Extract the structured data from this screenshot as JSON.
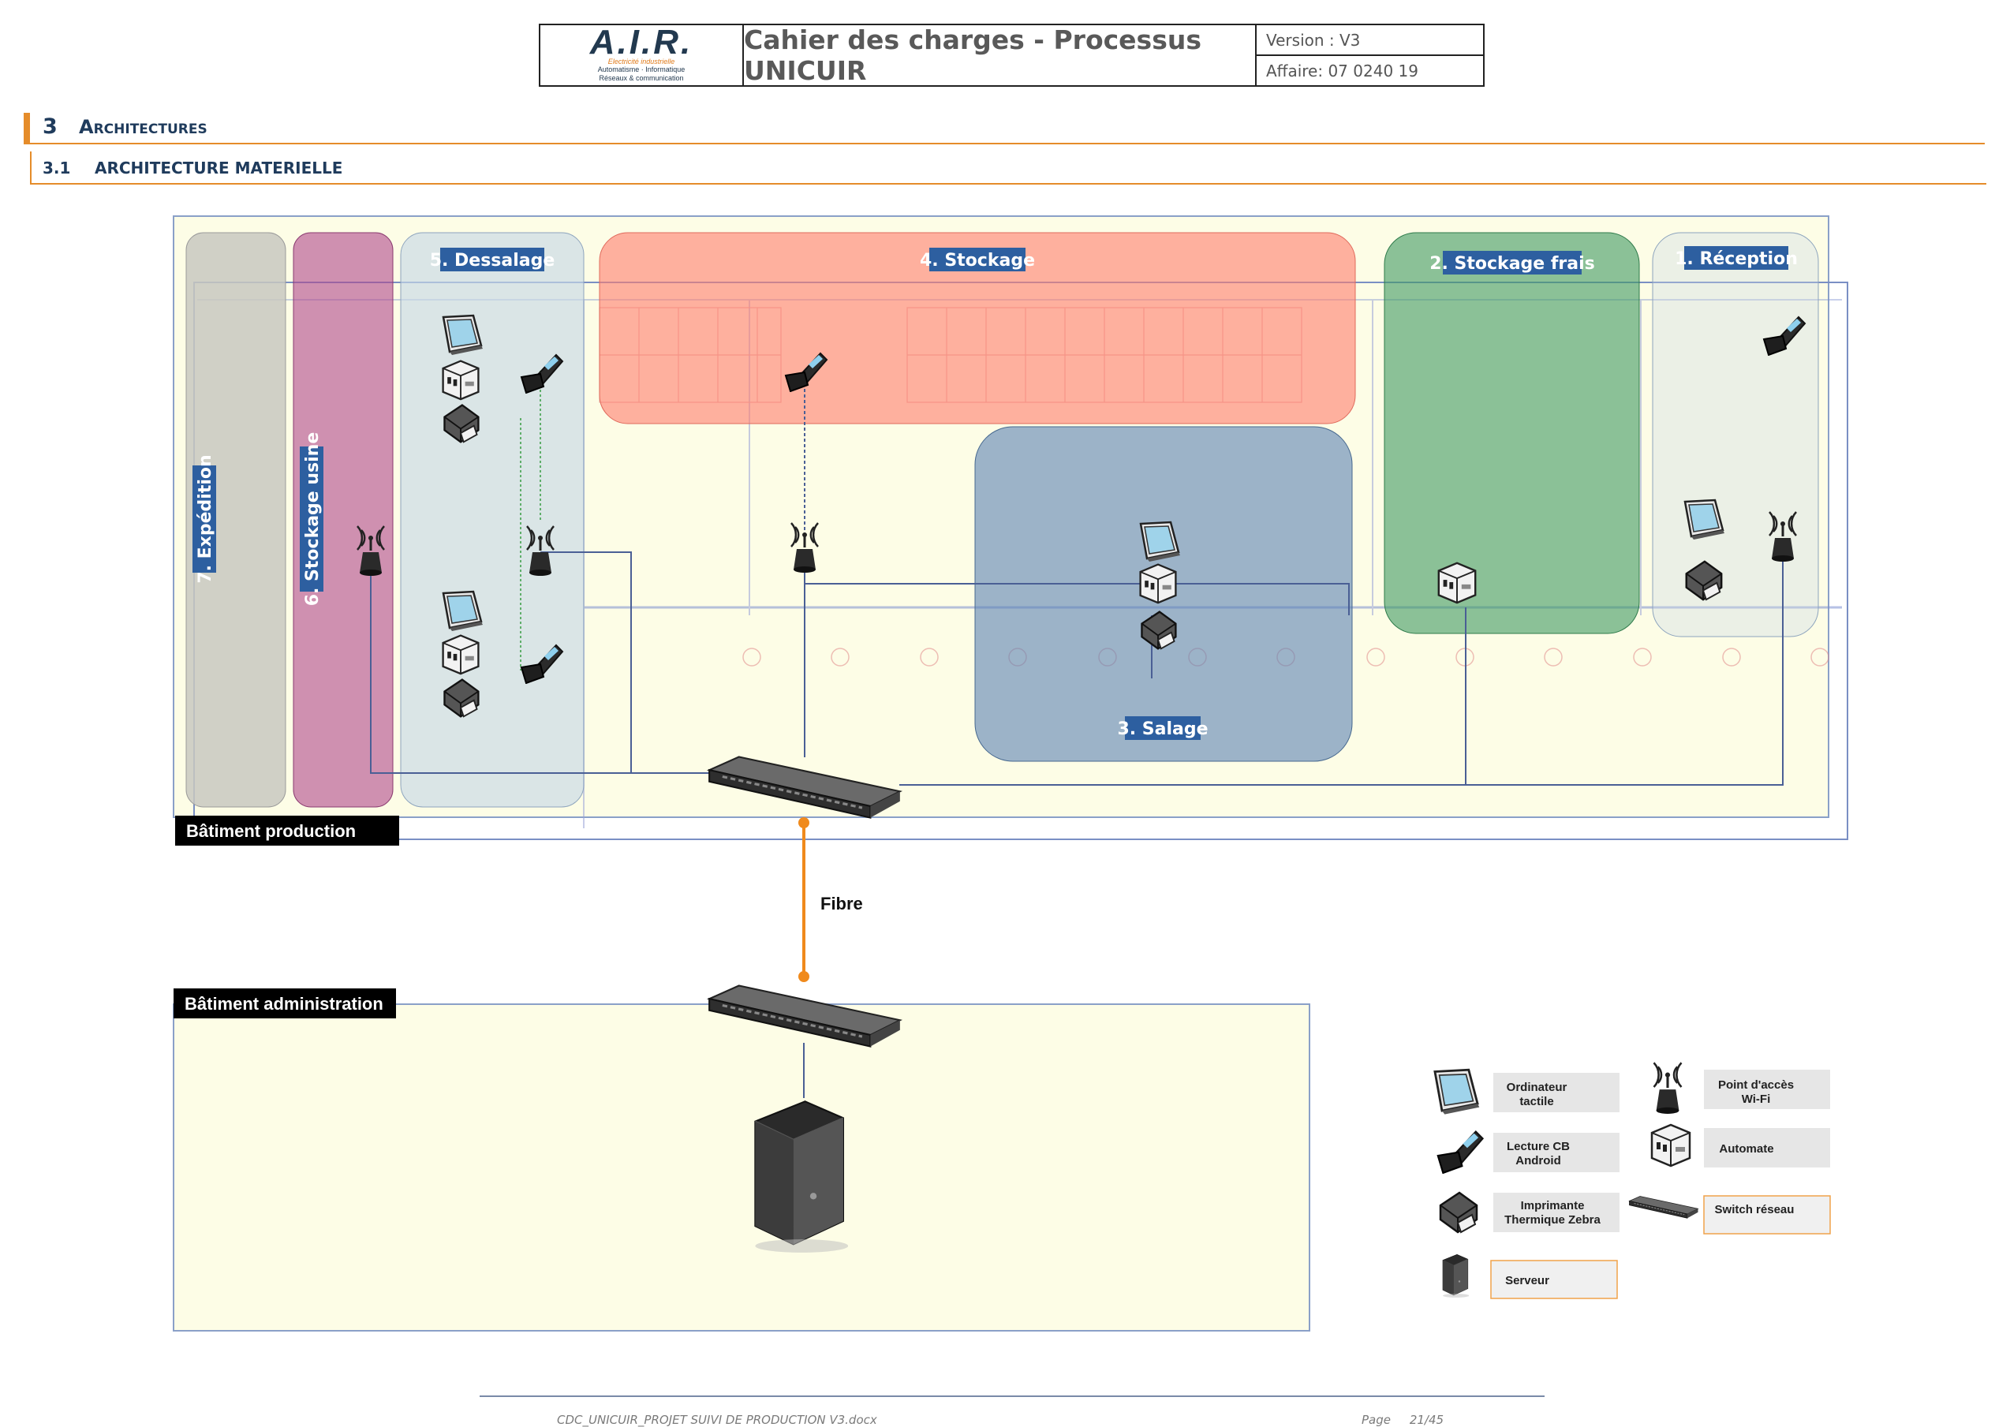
{
  "header": {
    "logo_text": "A.I.R.",
    "logo_sub1": "Electricité industrielle",
    "logo_sub2": "Automatisme · Informatique",
    "logo_sub3": "Réseaux & communication",
    "title": "Cahier des charges - Processus UNICUIR",
    "version": "Version : V3",
    "affaire": "Affaire: 07 0240 19"
  },
  "heading1": {
    "number": "3",
    "text": "Architectures"
  },
  "heading2": {
    "number": "3.1",
    "text": "ARCHITECTURE MATERIELLE"
  },
  "diagram": {
    "buildings": {
      "production": "Bâtiment production",
      "administration": "Bâtiment administration"
    },
    "zones": {
      "expedition": "7. Expédition",
      "stockage_usine": "6. Stockage usine",
      "dessalage": "5. Dessalage",
      "stockage": "4. Stockage",
      "stockage_frais": "2. Stockage frais",
      "reception": "1. Réception",
      "salage": "3. Salage"
    },
    "link_label": "Fibre",
    "colors": {
      "expedition": "#c8c8c0",
      "stockage_usine": "#b0478c",
      "dessalage": "#c8d8e6",
      "stockage": "#ff7d6e",
      "stockage_frais": "#3f9a62",
      "salage": "#5c82b4",
      "fibre": "#f08a1c",
      "building_bg": "#fdfde8"
    }
  },
  "legend": {
    "tablet": "Ordinateur tactile",
    "wifi": "Point d'accès Wi-Fi",
    "scanner": "Lecture CB Android",
    "plc": "Automate",
    "printer": "Imprimante Thermique Zebra",
    "switch": "Switch réseau",
    "server": "Serveur"
  },
  "footer": {
    "document": "CDC_UNICUIR_PROJET SUIVI DE PRODUCTION V3.docx",
    "page_label": "Page",
    "page_value": "21/45"
  }
}
